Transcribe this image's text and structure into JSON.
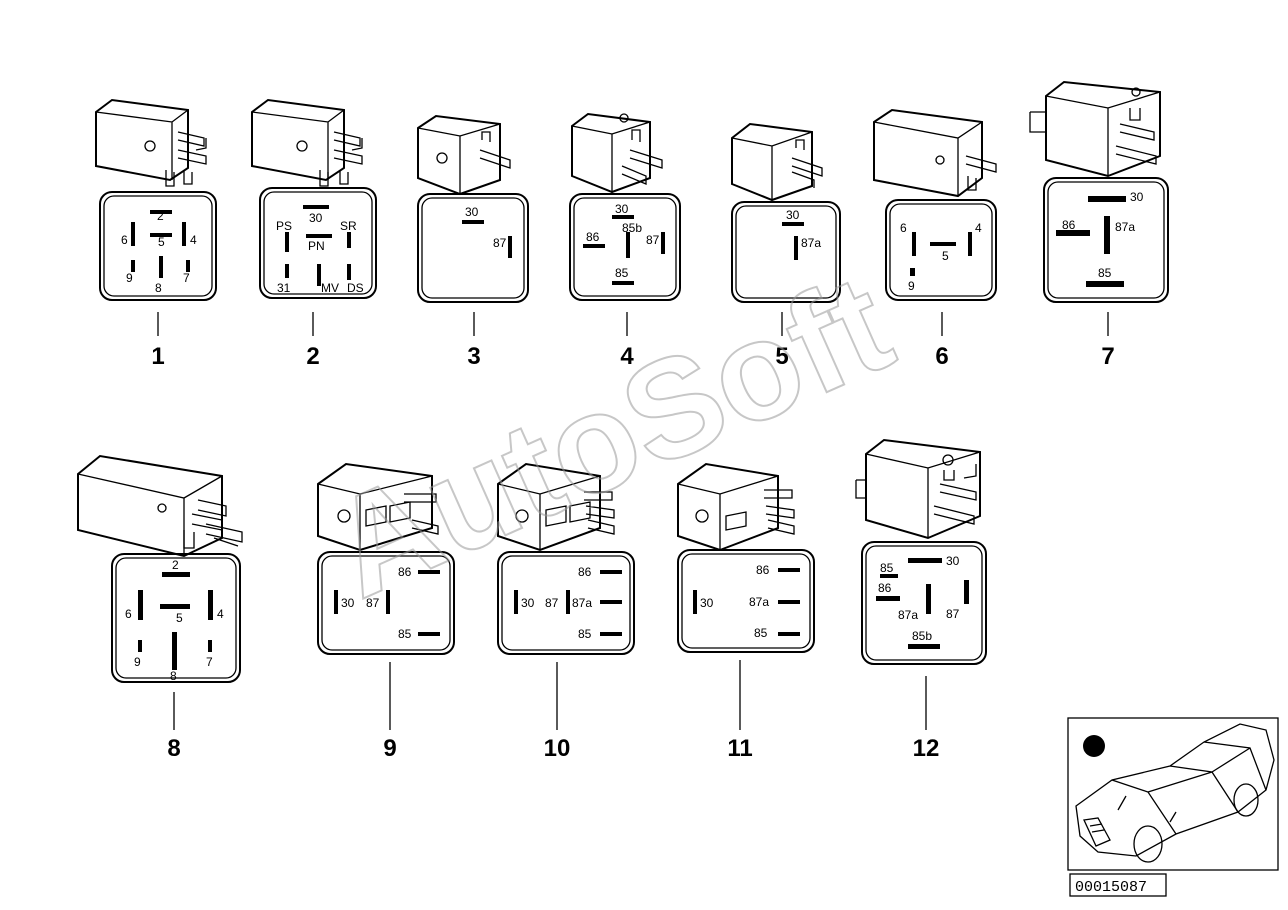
{
  "watermark": "AutoSoft",
  "diagram_id": "00015087",
  "relays": [
    {
      "callout": "1",
      "pins": [
        "2",
        "6",
        "5",
        "4",
        "9",
        "8",
        "7"
      ]
    },
    {
      "callout": "2",
      "pins": [
        "PS",
        "30",
        "SR",
        "PN",
        "31",
        "MV",
        "DS"
      ]
    },
    {
      "callout": "3",
      "pins": [
        "30",
        "87"
      ]
    },
    {
      "callout": "4",
      "pins": [
        "30",
        "85b",
        "86",
        "87",
        "85"
      ]
    },
    {
      "callout": "5",
      "pins": [
        "30",
        "87a"
      ]
    },
    {
      "callout": "6",
      "pins": [
        "6",
        "5",
        "4",
        "9"
      ]
    },
    {
      "callout": "7",
      "pins": [
        "30",
        "86",
        "87a",
        "85"
      ]
    },
    {
      "callout": "8",
      "pins": [
        "2",
        "6",
        "5",
        "4",
        "9",
        "8",
        "7"
      ]
    },
    {
      "callout": "9",
      "pins": [
        "86",
        "30",
        "87",
        "85"
      ]
    },
    {
      "callout": "10",
      "pins": [
        "86",
        "30",
        "87",
        "87a",
        "85"
      ]
    },
    {
      "callout": "11",
      "pins": [
        "86",
        "30",
        "87a",
        "85"
      ]
    },
    {
      "callout": "12",
      "pins": [
        "30",
        "85",
        "86",
        "87a",
        "87",
        "85b"
      ]
    }
  ]
}
